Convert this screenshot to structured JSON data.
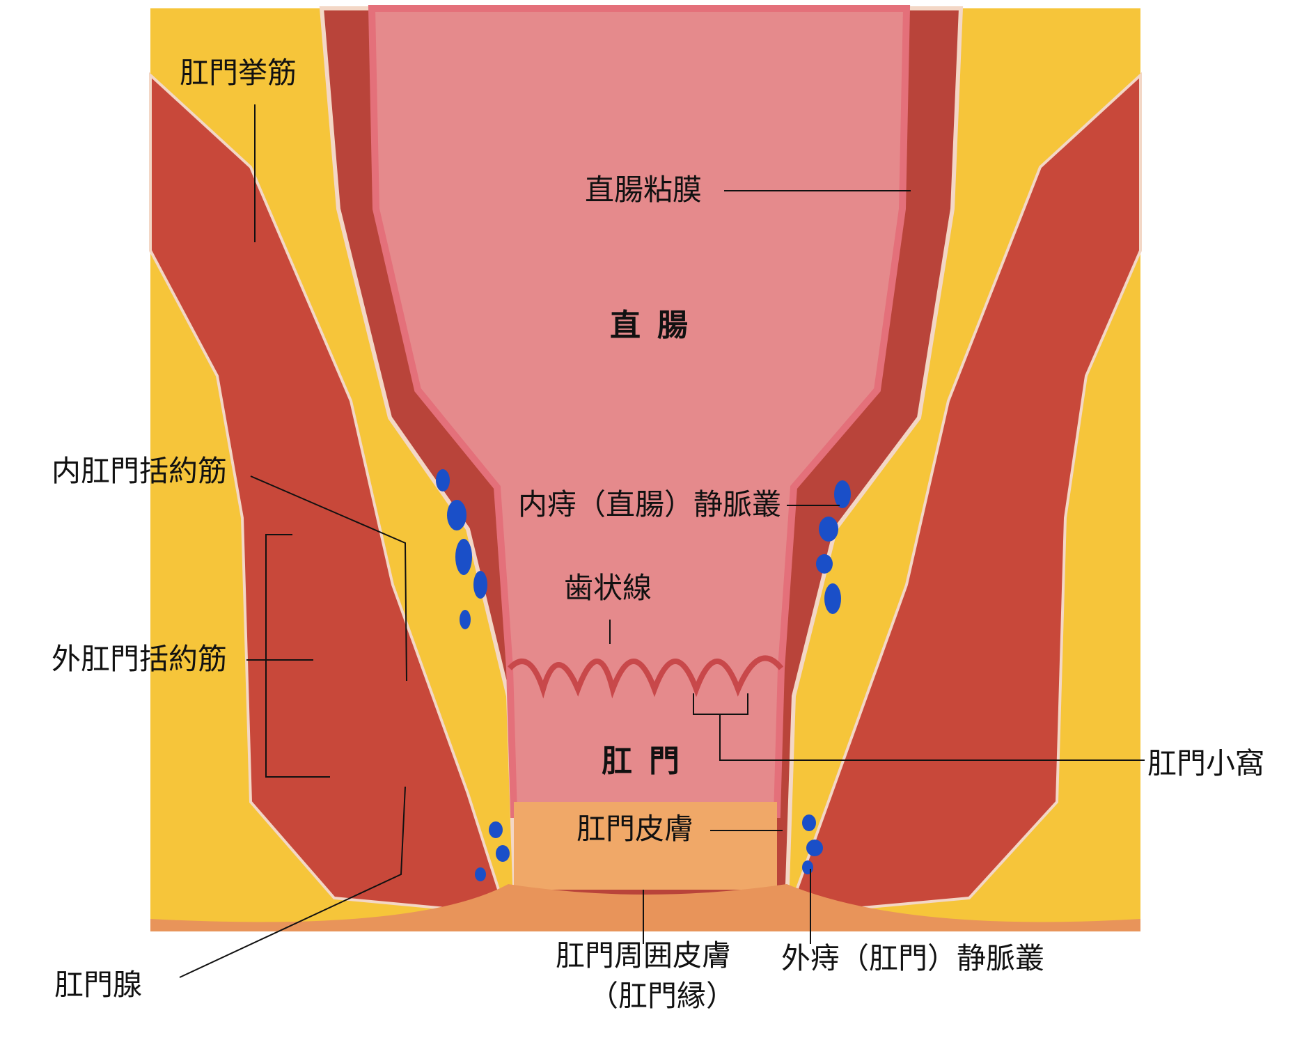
{
  "labels": {
    "levator_ani": "肛門挙筋",
    "rectal_mucosa": "直腸粘膜",
    "rectum": "直腸",
    "internal_sphincter": "内肛門括約筋",
    "internal_hemorrhoidal_plexus": "内痔（直腸）静脈叢",
    "dentate_line": "歯状線",
    "external_sphincter": "外肛門括約筋",
    "anus": "肛門",
    "anal_crypt": "肛門小窩",
    "anal_skin": "肛門皮膚",
    "anal_gland": "肛門腺",
    "perianal_skin": "肛門周囲皮膚",
    "anal_verge": "（肛門縁）",
    "external_hemorrhoidal_plexus": "外痔（肛門）静脈叢"
  },
  "colors": {
    "fat": "#f6c53a",
    "muscle": "#c8483a",
    "mucosa": "#e4707a",
    "lumen": "#e58a8c",
    "vein": "#1a4fc8",
    "skin": "#f0a868"
  }
}
